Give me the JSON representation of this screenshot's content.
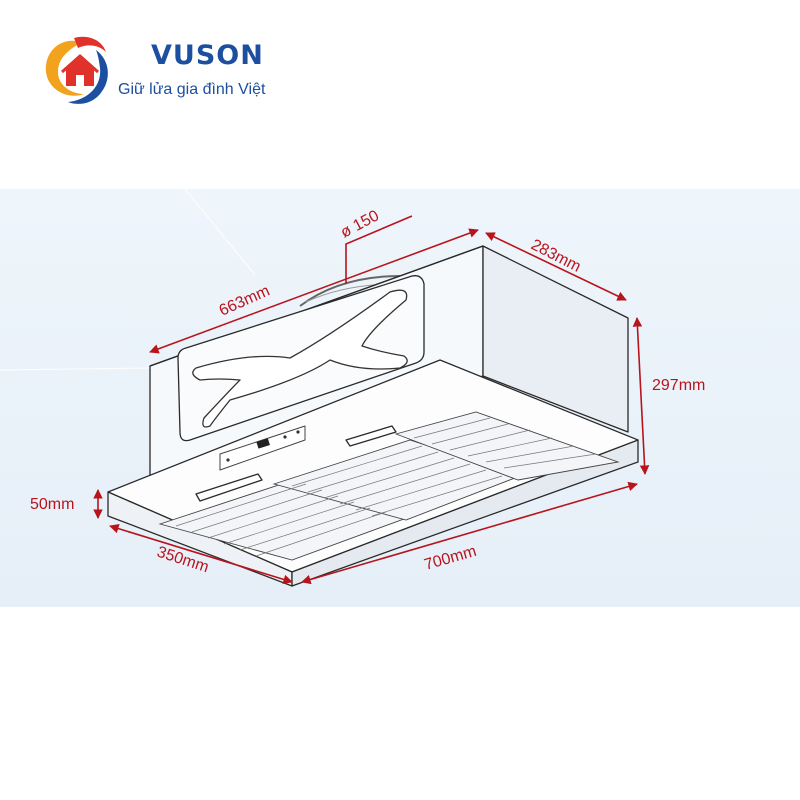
{
  "brand": {
    "name": "VUSON",
    "slogan": "Giữ lửa gia đình Việt",
    "colors": {
      "primary": "#1c4fa0",
      "accent": "#e0312b",
      "gold": "#f2a21d"
    }
  },
  "diagram": {
    "dimensions": {
      "duct_diameter": "ø 150",
      "top_length": "663mm",
      "top_depth": "283mm",
      "height": "297mm",
      "front_thickness": "50mm",
      "bottom_depth": "350mm",
      "bottom_length": "700mm"
    },
    "dimension_color": "#b8141c",
    "line_color": "#2a2a2a"
  }
}
